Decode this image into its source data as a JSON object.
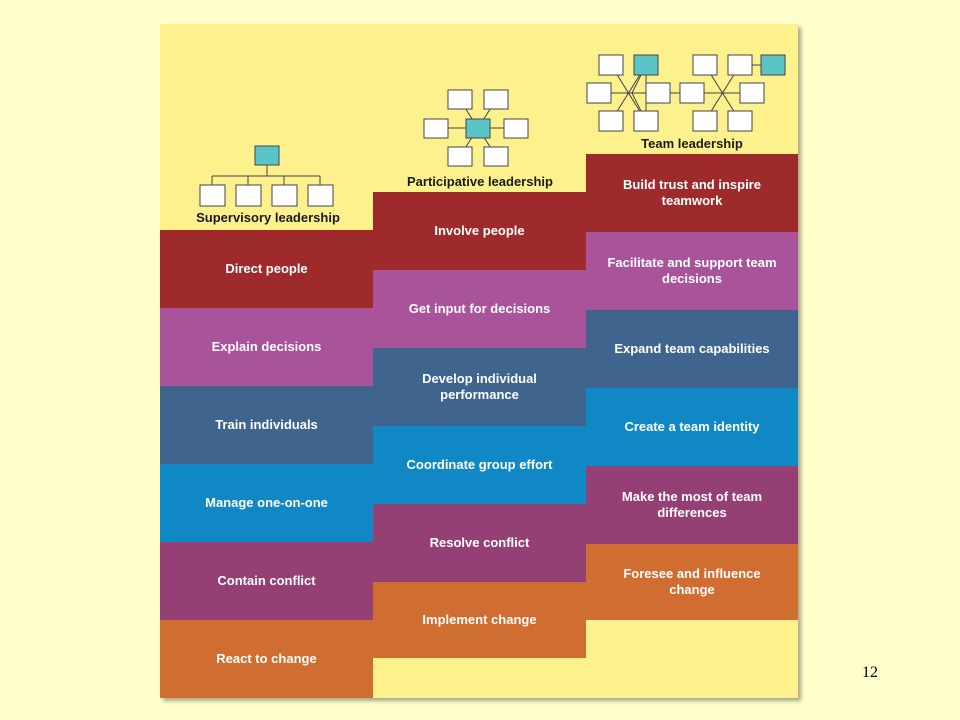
{
  "columns": [
    {
      "title": "Supervisory leadership",
      "steps": [
        "Direct people",
        "Explain decisions",
        "Train individuals",
        "Manage one-on-one",
        "Contain conflict",
        "React to change"
      ]
    },
    {
      "title": "Participative leadership",
      "steps": [
        "Involve people",
        "Get input for decisions",
        "Develop individual performance",
        "Coordinate group effort",
        "Resolve conflict",
        "Implement change"
      ]
    },
    {
      "title": "Team leadership",
      "steps": [
        "Build trust and inspire teamwork",
        "Facilitate and support team decisions",
        "Expand team capabilities",
        "Create a team identity",
        "Make the most of team differences",
        "Foresee and influence change"
      ]
    }
  ],
  "page_number": "12",
  "colors": {
    "background": "#ffffcc",
    "panel": "#fdf18e",
    "node_accent": "#5bc4c6",
    "rows": [
      "#9e2a2b",
      "#a9539a",
      "#3f658e",
      "#1088c6",
      "#944074",
      "#cf6e30"
    ]
  }
}
